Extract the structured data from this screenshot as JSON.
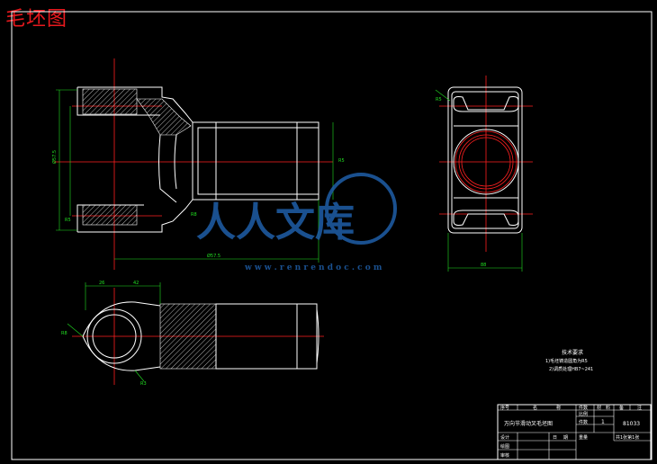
{
  "title": "毛坯图",
  "watermark": {
    "brand": "人人文库",
    "url": "w w w . r e n r e n d o c . c o m",
    "color": "#1f5fa8"
  },
  "dimensions": {
    "front_left_height": "Ø57.5",
    "front_mid": "R8",
    "front_right": "R5",
    "front_length": "Ø57.5",
    "front_bottom_small": "R5",
    "side_bottom": "88",
    "side_top": "R5",
    "top_left": "26",
    "top_mid": "42",
    "top_arrow": "R8",
    "top_small_r": "R3"
  },
  "notes": {
    "heading": "技术要求",
    "line1": "1)毛坯铸造圆角为R5",
    "line2": "2)调质处理HB7~241"
  },
  "title_block": {
    "h_seq": "序号",
    "h_name": "名",
    "h_name2": "称",
    "h_qty": "件数",
    "h_material": "材",
    "h_material2": "料",
    "h_remark": "备",
    "h_remark2": "注",
    "part_name": "万向节滑动叉毛坯图",
    "ratio_label": "比例",
    "qty_label": "件数",
    "qty_value": "1",
    "drawing_no": "81033",
    "weight_label": "重量",
    "sheet": "共1张第1张",
    "designer": "设计",
    "drafter": "绘图",
    "checker": "审核",
    "date": "日",
    "date2": "期"
  },
  "colors": {
    "title": "#e8191e",
    "outline": "#ffffff",
    "centerline": "#ff2020",
    "dimension": "#22e022"
  }
}
